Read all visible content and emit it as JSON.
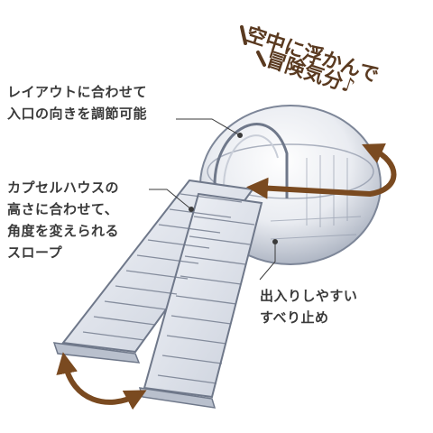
{
  "headline": {
    "line1": "空中に浮かんで",
    "line2": "冒険気分♪"
  },
  "callouts": {
    "entrance": {
      "line1": "レイアウトに合わせて",
      "line2": "入口の向きを調節可能"
    },
    "slope": {
      "line1": "カプセルハウスの",
      "line2": "高さに合わせて、",
      "line3": "角度を変えられる",
      "line4": "スロープ"
    },
    "nonslip": {
      "line1": "出入りしやすい",
      "line2": "すべり止め"
    }
  },
  "colors": {
    "arrow": "#7a4a20",
    "headline": "#5a3a20",
    "text": "#3a3a3a"
  }
}
